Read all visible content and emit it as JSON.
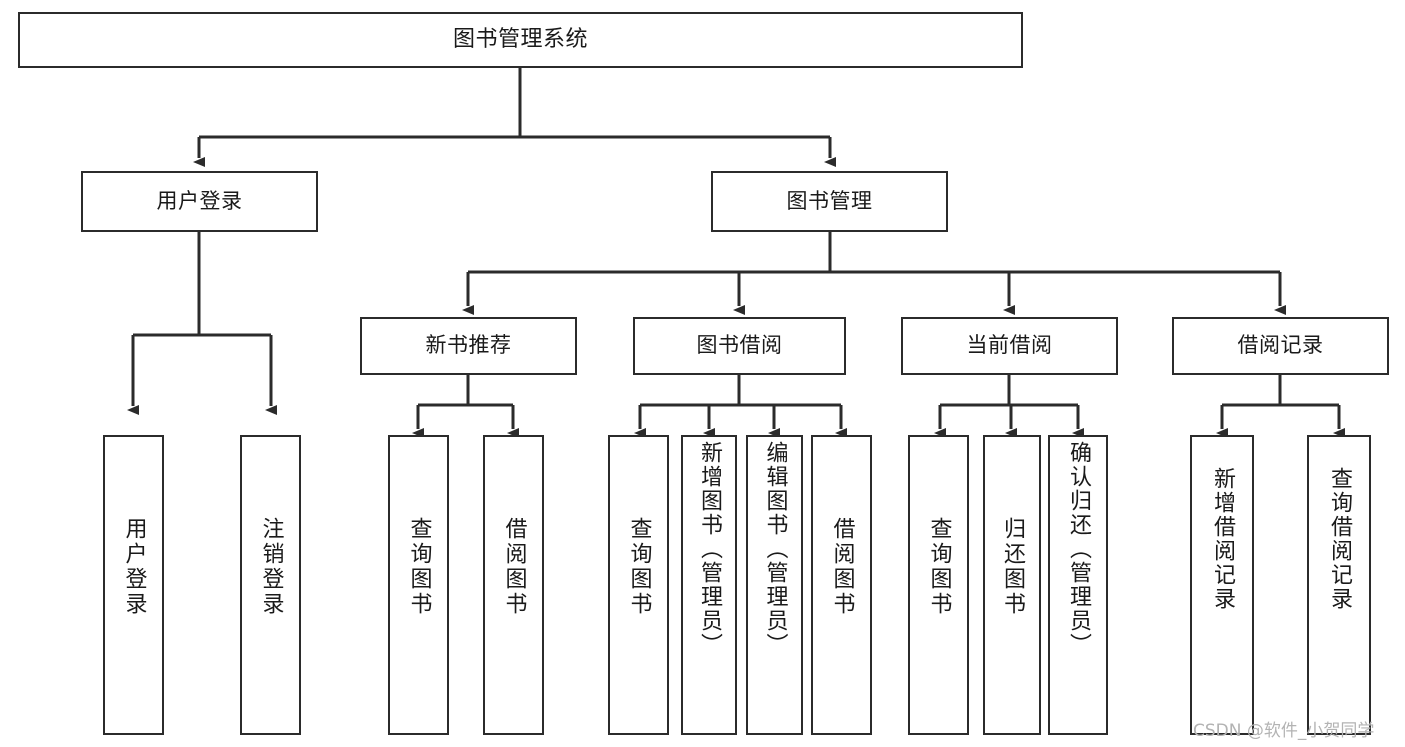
{
  "diagram": {
    "title": "图书管理系统",
    "type": "tree-hierarchy-chart",
    "orientation": "top-down",
    "colors": {
      "stroke": "#2b2b2b",
      "fill": "#ffffff",
      "text": "#1a1a1a",
      "watermark": "#b3b3b3"
    },
    "root": {
      "label": "图书管理系统"
    },
    "level2": [
      {
        "label": "用户登录"
      },
      {
        "label": "图书管理"
      }
    ],
    "level3": [
      {
        "label": "新书推荐"
      },
      {
        "label": "图书借阅"
      },
      {
        "label": "当前借阅"
      },
      {
        "label": "借阅记录"
      }
    ],
    "leaves_user_login": [
      {
        "label": "用户登录"
      },
      {
        "label": "注销登录"
      }
    ],
    "leaves_new_book": [
      {
        "label": "查询图书"
      },
      {
        "label": "借阅图书"
      }
    ],
    "leaves_borrow_book": [
      {
        "label": "查询图书"
      },
      {
        "label": "新增图书（管理员）"
      },
      {
        "label": "编辑图书（管理员）"
      },
      {
        "label": "借阅图书"
      }
    ],
    "leaves_current_borrow": [
      {
        "label": "查询图书"
      },
      {
        "label": "归还图书"
      },
      {
        "label": "确认归还（管理员）"
      }
    ],
    "leaves_borrow_record": [
      {
        "label": "新增借阅记录"
      },
      {
        "label": "查询借阅记录"
      }
    ]
  },
  "watermark": {
    "text": "CSDN @软件_小贺同学"
  }
}
